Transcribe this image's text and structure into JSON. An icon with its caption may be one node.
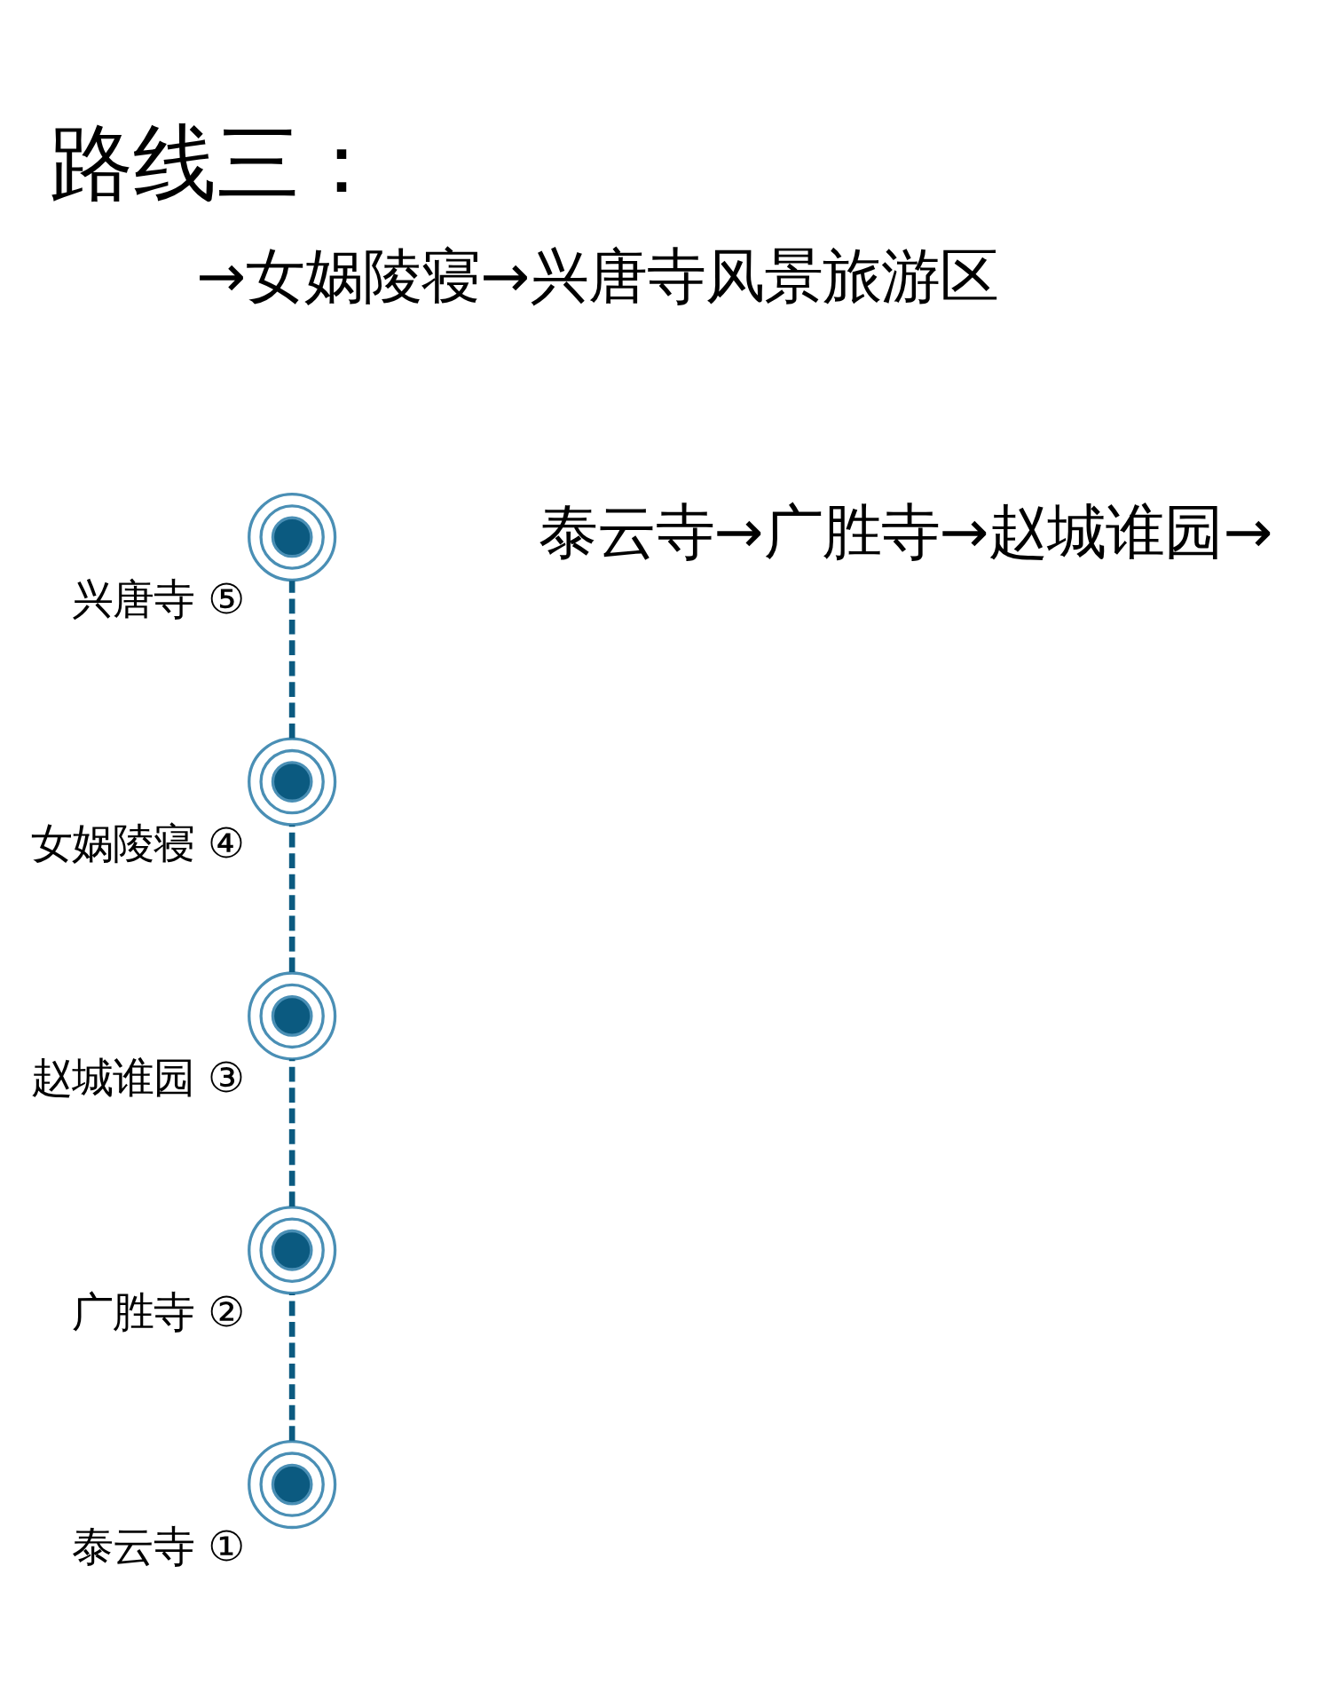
{
  "diagram": {
    "title": "路线三：",
    "nodes": [
      {
        "text": [],
        "shape": "circle",
        "beside": [
          "泰云寺 ①"
        ]
      },
      {
        "text": [],
        "shape": "circle",
        "beside": [
          "广胜寺 ②"
        ]
      },
      {
        "text": [],
        "shape": "circle",
        "beside": [
          "赵城谁园 ③"
        ]
      },
      {
        "text": [],
        "shape": "circle",
        "beside": [
          "女娲陵寝 ④"
        ]
      },
      {
        "text": [],
        "shape": "circle",
        "beside": [
          "兴唐寺 ⑤"
        ]
      }
    ],
    "edges": [
      {
        "from": 0,
        "to": 1,
        "arrow": "none",
        "style": "dashed"
      },
      {
        "from": 1,
        "to": 2,
        "arrow": "none",
        "style": "dashed"
      },
      {
        "from": 2,
        "to": 3,
        "arrow": "none",
        "style": "dashed"
      },
      {
        "from": 3,
        "to": 4,
        "arrow": "none",
        "style": "dashed"
      }
    ],
    "labels": [
      "泰云寺→广胜寺→赵城谁园→",
      "→女娲陵寝→兴唐寺风景旅游区"
    ]
  }
}
